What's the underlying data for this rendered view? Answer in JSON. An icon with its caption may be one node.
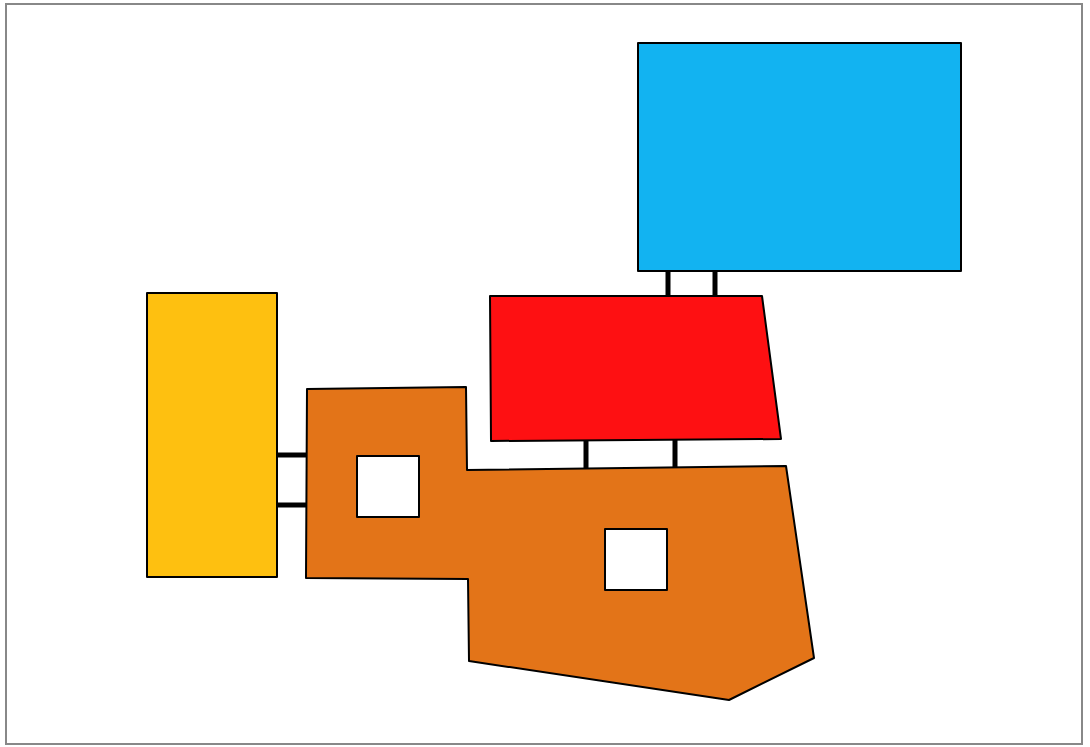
{
  "diagram": {
    "nodes": [
      {
        "text": [],
        "shape": "box"
      },
      {
        "text": [],
        "shape": "box"
      },
      {
        "text": [],
        "shape": "box"
      },
      {
        "text": [],
        "shape": "box"
      }
    ],
    "edges": [
      {
        "from": 0,
        "to": 1,
        "arrow": "none"
      },
      {
        "from": 0,
        "to": 1,
        "arrow": "none"
      },
      {
        "from": 2,
        "to": 1,
        "arrow": "none"
      },
      {
        "from": 2,
        "to": 1,
        "arrow": "none"
      },
      {
        "from": 3,
        "to": 2,
        "arrow": "none"
      },
      {
        "from": 3,
        "to": 2,
        "arrow": "none"
      }
    ]
  }
}
